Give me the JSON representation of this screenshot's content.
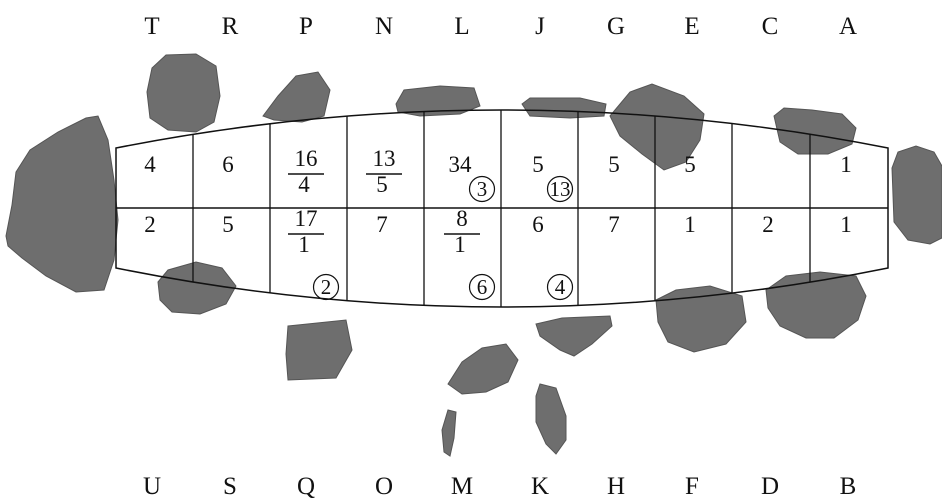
{
  "top_labels": [
    "T",
    "R",
    "P",
    "N",
    "L",
    "J",
    "G",
    "E",
    "C",
    "A"
  ],
  "bottom_labels": [
    "U",
    "S",
    "Q",
    "O",
    "M",
    "K",
    "H",
    "F",
    "D",
    "B"
  ],
  "upper_row": [
    {
      "num": "4"
    },
    {
      "num": "6"
    },
    {
      "num": "16",
      "den": "4"
    },
    {
      "num": "13",
      "den": "5"
    },
    {
      "num": "34",
      "circled": "3"
    },
    {
      "num": "5",
      "circled": "13"
    },
    {
      "num": "5"
    },
    {
      "num": "5"
    },
    {
      "num": ""
    },
    {
      "num": "1"
    }
  ],
  "lower_row": [
    {
      "num": "2"
    },
    {
      "num": "5"
    },
    {
      "num": "17",
      "den": "1",
      "circled": "2"
    },
    {
      "num": "7"
    },
    {
      "num": "8",
      "den": "1",
      "circled": "6"
    },
    {
      "num": "6",
      "circled": "4"
    },
    {
      "num": "7"
    },
    {
      "num": "1"
    },
    {
      "num": "2"
    },
    {
      "num": "1"
    }
  ],
  "colors": {
    "stone": "#6e6e6e",
    "stroke": "#111111"
  }
}
